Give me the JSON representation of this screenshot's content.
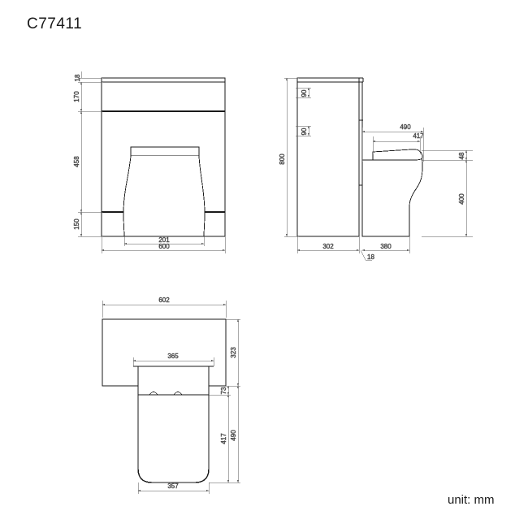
{
  "sheet": {
    "title": "C77411",
    "unit_label": "unit: mm",
    "line_color": "#1a1a1a",
    "dim_color": "#555555",
    "background": "#ffffff"
  },
  "views": {
    "front": {
      "name": "front-elevation",
      "dimensions": {
        "top_strip": "18",
        "upper_band": "170",
        "middle_height": "458",
        "plinth_height": "150",
        "pan_base_width": "201",
        "overall_width": "600"
      }
    },
    "side": {
      "name": "side-elevation",
      "dimensions": {
        "overall_height": "800",
        "handle_upper": "90",
        "handle_lower": "90",
        "seat_overall_depth": "490",
        "seat_inner_depth": "417",
        "seat_thickness": "48",
        "pan_height": "400",
        "cabinet_depth": "302",
        "panel_thickness": "18",
        "pan_depth": "380"
      }
    },
    "plan": {
      "name": "plan-view",
      "dimensions": {
        "cabinet_width": "602",
        "cabinet_depth": "323",
        "pan_top_width": "365",
        "lid_offset": "73",
        "pan_body_depth": "417",
        "pan_overall_depth": "490",
        "pan_base_width": "357"
      }
    }
  }
}
